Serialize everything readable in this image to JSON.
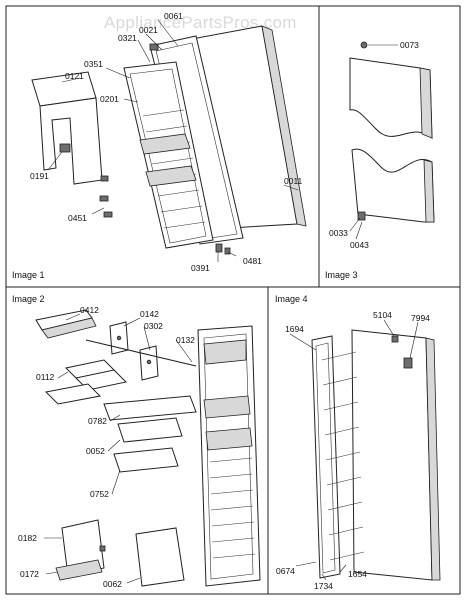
{
  "watermark": "AppliancePartsPros.com",
  "panels": {
    "image1": {
      "title": "Image 1",
      "callouts": [
        "0061",
        "0021",
        "0321",
        "0351",
        "0121",
        "0201",
        "0191",
        "0451",
        "0011",
        "0391",
        "0481"
      ]
    },
    "image3": {
      "title": "Image 3",
      "callouts": [
        "0073",
        "0033",
        "0043"
      ]
    },
    "image2": {
      "title": "Image 2",
      "callouts": [
        "0412",
        "0142",
        "0302",
        "0132",
        "0112",
        "0782",
        "0052",
        "0752",
        "0182",
        "0172",
        "0062"
      ]
    },
    "image4": {
      "title": "Image 4",
      "callouts": [
        "5104",
        "7994",
        "1694",
        "0674",
        "1734",
        "1654"
      ]
    }
  }
}
